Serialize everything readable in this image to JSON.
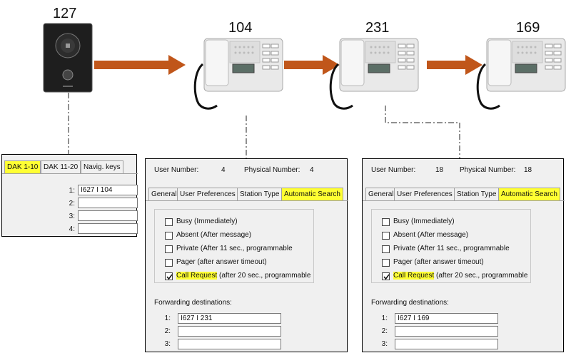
{
  "stations": {
    "s1": {
      "number": "127",
      "kind": "door-station-icon"
    },
    "s2": {
      "number": "104",
      "kind": "desk-station-icon"
    },
    "s3": {
      "number": "231",
      "kind": "desk-station-icon"
    },
    "s4": {
      "number": "169",
      "kind": "desk-station-icon"
    }
  },
  "colors": {
    "arrow": "#c0561a",
    "highlight": "#ffff33",
    "panel_bg": "#f0f0f0"
  },
  "dak_panel": {
    "tabs": [
      "DAK 1-10",
      "DAK 11-20",
      "Navig. keys"
    ],
    "rows": [
      {
        "label": "1:",
        "value": "I627 I 104"
      },
      {
        "label": "2:",
        "value": ""
      },
      {
        "label": "3:",
        "value": ""
      },
      {
        "label": "4:",
        "value": ""
      }
    ]
  },
  "panel_104": {
    "user_number_label": "User Number:",
    "user_number": "4",
    "physical_number_label": "Physical Number:",
    "physical_number": "4",
    "tabs": [
      "General",
      "User Preferences",
      "Station Type",
      "Automatic Search"
    ],
    "options": [
      {
        "label": "Busy (Immediately)",
        "checked": false
      },
      {
        "label": "Absent (After message)",
        "checked": false
      },
      {
        "label": "Private (After 11 sec., programmable",
        "checked": false
      },
      {
        "label": "Pager (after answer timeout)",
        "checked": false
      },
      {
        "label_hl": "Call Request",
        "label_rest": " (after 20 sec., programmable",
        "checked": true
      }
    ],
    "forwarding_label": "Forwarding destinations:",
    "rows": [
      {
        "label": "1:",
        "value": "I627 I 231"
      },
      {
        "label": "2:",
        "value": ""
      },
      {
        "label": "3:",
        "value": ""
      }
    ]
  },
  "panel_231": {
    "user_number_label": "User Number:",
    "user_number": "18",
    "physical_number_label": "Physical Number:",
    "physical_number": "18",
    "tabs": [
      "General",
      "User Preferences",
      "Station Type",
      "Automatic Search"
    ],
    "options": [
      {
        "label": "Busy (Immediately)",
        "checked": false
      },
      {
        "label": "Absent (After message)",
        "checked": false
      },
      {
        "label": "Private (After 11 sec., programmable",
        "checked": false
      },
      {
        "label": "Pager (after answer timeout)",
        "checked": false
      },
      {
        "label_hl": "Call Request",
        "label_rest": " (after 20 sec., programmable",
        "checked": true
      }
    ],
    "forwarding_label": "Forwarding destinations:",
    "rows": [
      {
        "label": "1:",
        "value": "I627 I 169"
      },
      {
        "label": "2:",
        "value": ""
      },
      {
        "label": "3:",
        "value": ""
      }
    ]
  }
}
